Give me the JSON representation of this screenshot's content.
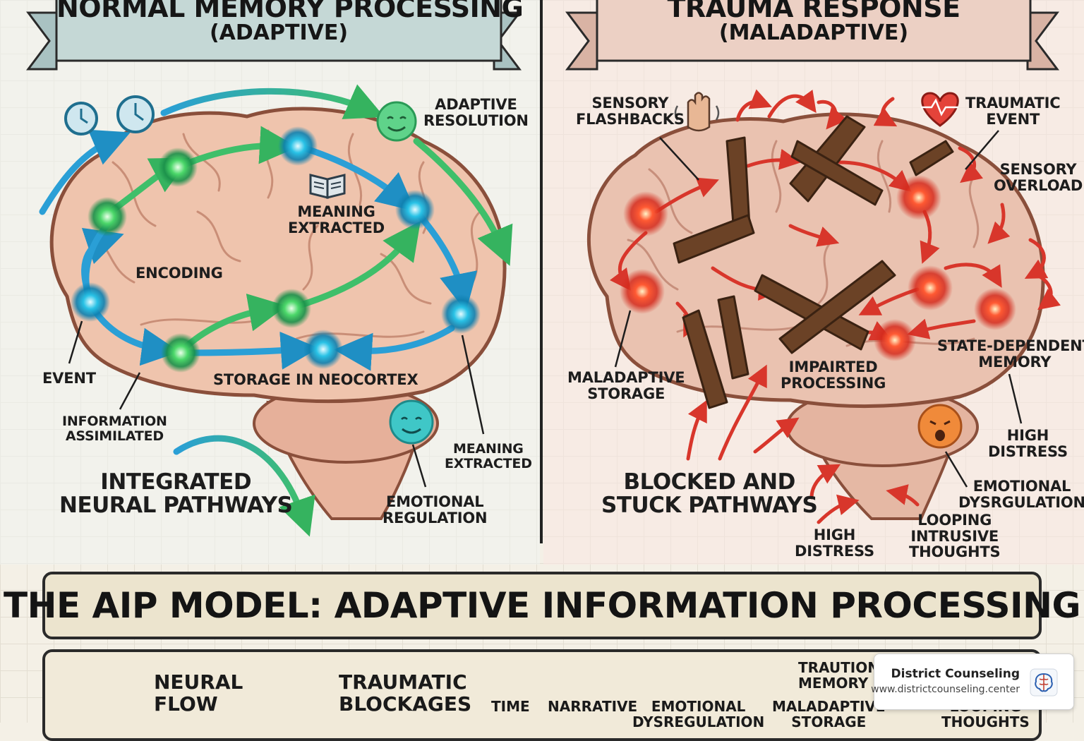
{
  "left_panel": {
    "banner_title": "NORMAL MEMORY PROCESSING",
    "banner_subtitle": "(ADAPTIVE)",
    "labels": {
      "adaptive_resolution": "ADAPTIVE\nRESOLUTION",
      "meaning_extracted_top": "MEANING\nEXTRACTED",
      "encoding": "ENCODING",
      "event": "EVENT",
      "storage": "STORAGE IN NEOCORTEX",
      "information_assimilated": "INFORMATION\nASSIMILATED",
      "meaning_extracted_bottom": "MEANING\nEXTRACTED",
      "emotional_regulation": "EMOTIONAL\nREGULATION",
      "integrated": "INTEGRATED\nNEURAL PATHWAYS"
    }
  },
  "right_panel": {
    "banner_title": "TRAUMA RESPONSE",
    "banner_subtitle": "(MALADAPTIVE)",
    "labels": {
      "sensory_flashbacks": "SENSORY\nFLASHBACKS",
      "traumatic_event": "TRAUMATIC\nEVENT",
      "sensory_overload": "SENSORY\nOVERLOAD",
      "state_dependent": "STATE-DEPENDENT\nMEMORY",
      "maladaptive_storage": "MALADAPTIVE\nSTORAGE",
      "impairted_processing": "IMPAIRTED\nPROCESSING",
      "high_distress_right": "HIGH\nDISTRESS",
      "emotional_dysregulation": "EMOTIONAL\nDYSRGULATION",
      "looping": "LOOPING\nINTRUSIVE\nTHOUGHTS",
      "high_distress_bottom": "HIGH\nDISTRESS",
      "blocked": "BLOCKED AND\nSTUCK PATHWAYS"
    }
  },
  "main_title": "THE AIP MODEL: ADAPTIVE INFORMATION PROCESSING",
  "legend": {
    "neural_flow": "NEURAL\nFLOW",
    "traumatic_blockages": "TRAUMATIC\nBLOCKAGES",
    "time": "TIME",
    "narrative": "NARRATIVE",
    "emotional_dysregulation": "EMOTIONAL\nDYSREGULATION",
    "trautional_memory": "TRAUTIONAL\nMEMORY",
    "maladaptive_storage": "MALADAPTIVE\nSTORAGE",
    "looping_thoughts": "LOOPING\nTHOUGHTS"
  },
  "attribution": {
    "name": "District Counseling",
    "url": "www.districtcounseling.center"
  },
  "colors": {
    "neural_blue": "#2a9fd6",
    "neural_green": "#3fbf6a",
    "trauma_red": "#d8362b",
    "wood": "#6b4226",
    "brain": "#eec1aa"
  },
  "icons": [
    "clock-icon",
    "book-icon",
    "smiley-icon",
    "hand-icon",
    "heart-pulse-icon",
    "distress-face-icon",
    "brain-logo-icon"
  ]
}
